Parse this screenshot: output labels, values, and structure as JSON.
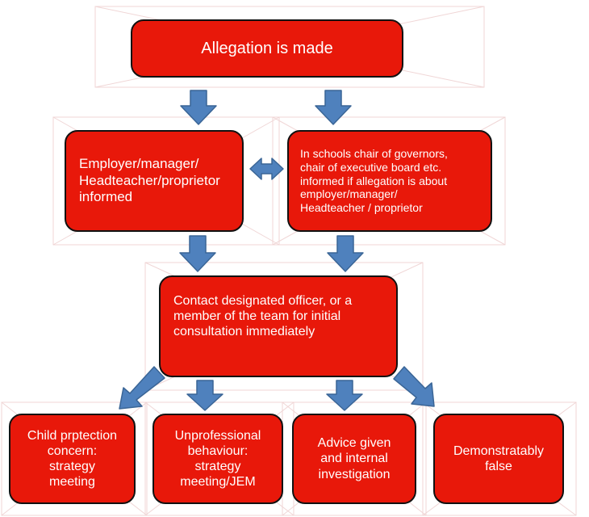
{
  "colors": {
    "box_fill": "#e8180a",
    "box_border": "#111111",
    "arrow_fill": "#4f81bd",
    "arrow_stroke": "#3a6596",
    "text": "#ffffff"
  },
  "nodes": {
    "allegation": "Allegation is made",
    "employer": "Employer/manager/\nHeadteacher/proprietor\ninformed",
    "chair": "In schools chair of governors,\nchair of executive board etc.\ninformed if allegation is about\nemployer/manager/\nHeadteacher / proprietor",
    "contact": "Contact designated officer, or a\nmember of the team for initial\nconsultation immediately",
    "child_protection": "Child prptection\nconcern:\nstrategy\nmeeting",
    "unprofessional": "Unprofessional\nbehaviour:\nstrategy\nmeeting/JEM",
    "advice": "Advice given\nand internal\ninvestigation",
    "false": "Demonstratably\nfalse"
  },
  "icons": {
    "down": "down-arrow-icon",
    "double": "double-arrow-icon",
    "diagonal": "diagonal-arrow-icon"
  }
}
